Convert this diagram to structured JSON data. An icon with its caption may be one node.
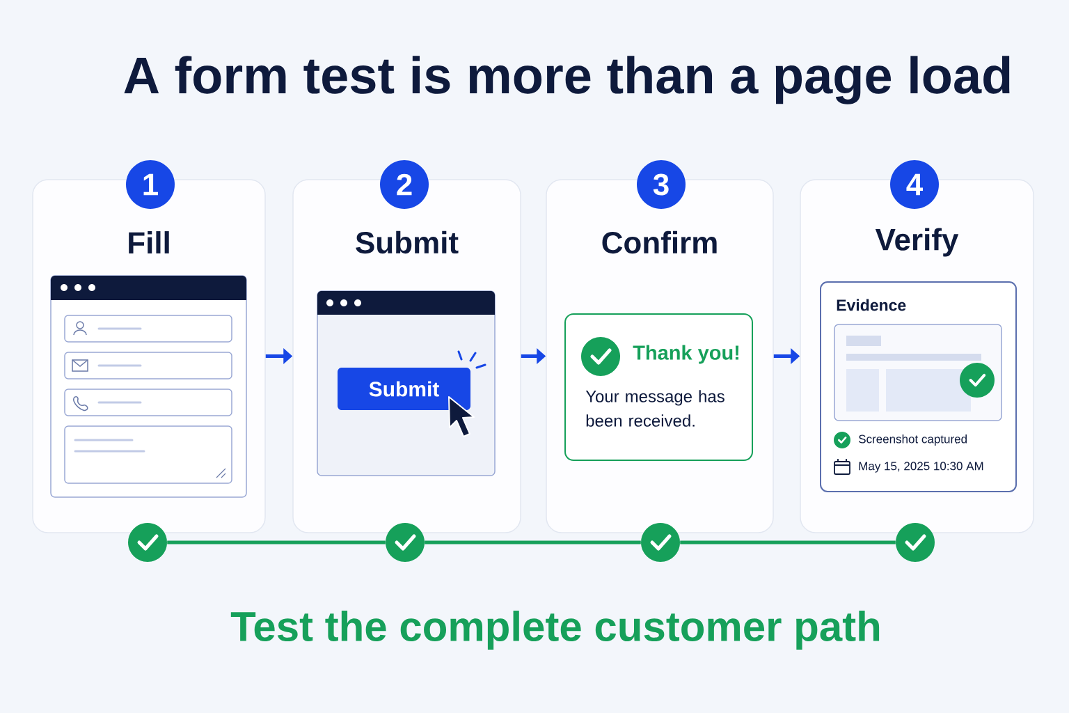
{
  "diagram": {
    "title": "A form test is more than a page load",
    "caption": "Test the complete customer path",
    "nodes": [
      {
        "text": [
          "1",
          "Fill"
        ]
      },
      {
        "text": [
          "2",
          "Submit"
        ]
      },
      {
        "text": [
          "3",
          "Confirm"
        ]
      },
      {
        "text": [
          "4",
          "Verify"
        ]
      },
      {
        "text": [
          "Submit"
        ],
        "in": 1
      },
      {
        "text": [
          "Thank you!",
          "Your message has been received."
        ],
        "in": 2
      },
      {
        "text": [
          "Evidence",
          "Screenshot captured",
          "May 15, 2025 10:30 AM"
        ],
        "in": 3
      },
      {
        "text": [],
        "shape": "circle"
      },
      {
        "text": [],
        "shape": "circle"
      },
      {
        "text": [],
        "shape": "circle"
      },
      {
        "text": [],
        "shape": "circle"
      }
    ],
    "edges": [
      {
        "from": 0,
        "to": 1,
        "arrow": "to"
      },
      {
        "from": 1,
        "to": 2,
        "arrow": "to"
      },
      {
        "from": 2,
        "to": 3,
        "arrow": "to"
      },
      {
        "from": 7,
        "to": 8,
        "arrow": "none",
        "color": "#16a05a"
      },
      {
        "from": 8,
        "to": 9,
        "arrow": "none",
        "color": "#16a05a"
      },
      {
        "from": 9,
        "to": 10,
        "arrow": "none",
        "color": "#16a05a"
      }
    ]
  }
}
